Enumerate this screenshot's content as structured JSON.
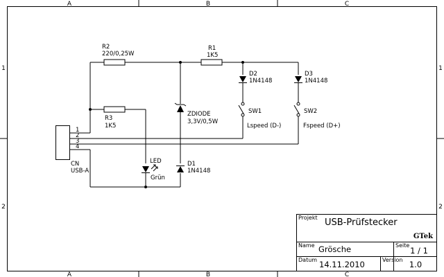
{
  "grid": {
    "columns": [
      "A",
      "B",
      "C"
    ],
    "rows": [
      "1",
      "2"
    ]
  },
  "components": {
    "r1": {
      "ref": "R1",
      "value": "1K5"
    },
    "r2": {
      "ref": "R2",
      "value": "220/0,25W"
    },
    "r3": {
      "ref": "R3",
      "value": "1K5"
    },
    "zdiode": {
      "ref": "ZDIODE",
      "value": "3,3V/0,5W"
    },
    "d1": {
      "ref": "D1",
      "value": "1N4148"
    },
    "d2": {
      "ref": "D2",
      "value": "1N4148"
    },
    "d3": {
      "ref": "D3",
      "value": "1N4148"
    },
    "led": {
      "ref": "LED",
      "value": "Grün"
    },
    "sw1": {
      "ref": "SW1",
      "label": "Lspeed (D-)"
    },
    "sw2": {
      "ref": "SW2",
      "label": "Fspeed (D+)"
    },
    "cn": {
      "ref": "CN",
      "value": "USB-A",
      "pins": [
        "1",
        "2",
        "3",
        "4"
      ]
    }
  },
  "title_block": {
    "project_label": "Projekt",
    "project": "USB-Prüfstecker",
    "brand": "GTek",
    "name_label": "Name",
    "name": "Grösche",
    "page_label": "Seite",
    "page": "1 / 1",
    "date_label": "Datum",
    "date": "14.11.2010",
    "version_label": "Version",
    "version": "1.0"
  }
}
